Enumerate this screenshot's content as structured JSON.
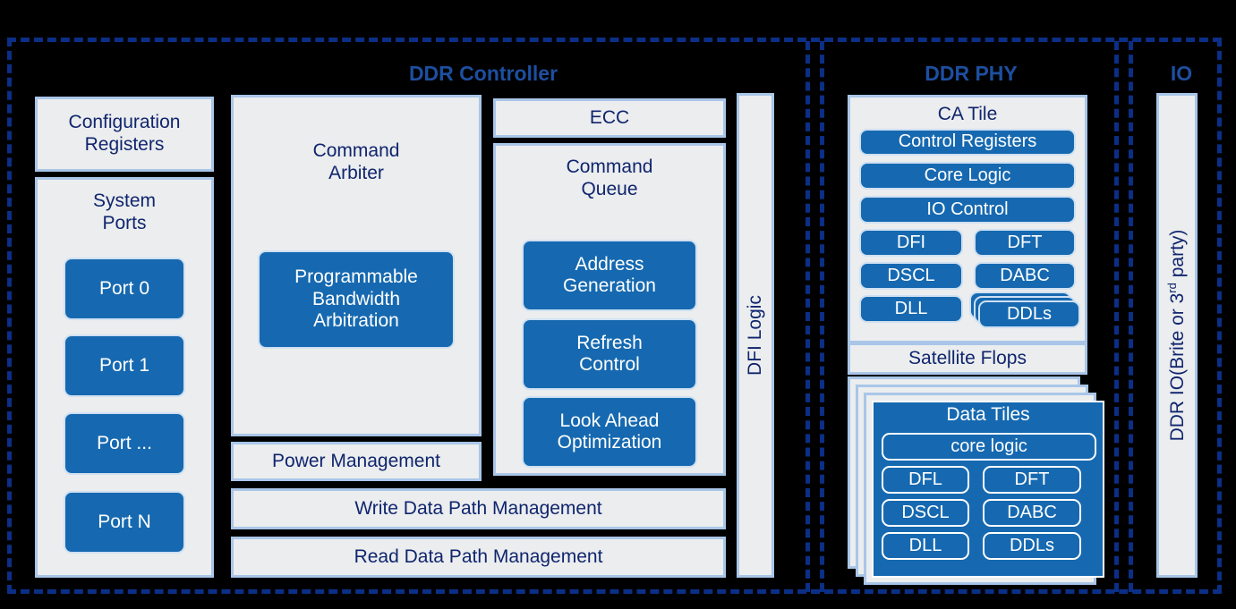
{
  "sections": {
    "controller": {
      "title": "DDR Controller"
    },
    "phy": {
      "title": "DDR PHY"
    },
    "io": {
      "title": "IO"
    }
  },
  "controller": {
    "config_registers": "Configuration\nRegisters",
    "system_ports": {
      "label": "System\nPorts",
      "ports": [
        "Port  0",
        "Port  1",
        "Port ...",
        "Port N"
      ]
    },
    "command_arbiter": {
      "label": "Command\nArbiter",
      "chip": "Programmable\nBandwidth\nArbitration"
    },
    "power_management": "Power Management",
    "ecc": "ECC",
    "command_queue": {
      "label": "Command\nQueue",
      "chips": [
        "Address\nGeneration",
        "Refresh\nControl",
        "Look Ahead\nOptimization"
      ]
    },
    "write_data_path": "Write Data Path Management",
    "read_data_path": "Read Data Path Management",
    "dfi_logic": "DFI Logic"
  },
  "phy": {
    "ca_tile": {
      "label": "CA Tile",
      "full_width_chips": [
        "Control Registers",
        "Core  Logic",
        "IO Control"
      ],
      "grid_chips": [
        [
          "DFI",
          "DFT"
        ],
        [
          "DSCL",
          "DABC"
        ],
        [
          "DLL",
          "DDLs"
        ]
      ]
    },
    "satellite_flops": "Satellite Flops",
    "data_tiles": {
      "label": "Data Tiles",
      "core_logic": "core logic",
      "grid_chips": [
        [
          "DFL",
          "DFT"
        ],
        [
          "DSCL",
          "DABC"
        ],
        [
          "DLL",
          "DDLs"
        ]
      ]
    }
  },
  "io": {
    "ddr_io_prefix": "DDR IO(Brite or 3",
    "ddr_io_sup": "rd",
    "ddr_io_suffix": " party)"
  },
  "colors": {
    "background": "#000000",
    "panel_fill": "#ebedee",
    "panel_border": "#a9c6e8",
    "chip_blue": "#1669b0",
    "text_navy": "#10256e",
    "heading_blue": "#1d4fa0",
    "dash_blue": "#0b2f86"
  }
}
